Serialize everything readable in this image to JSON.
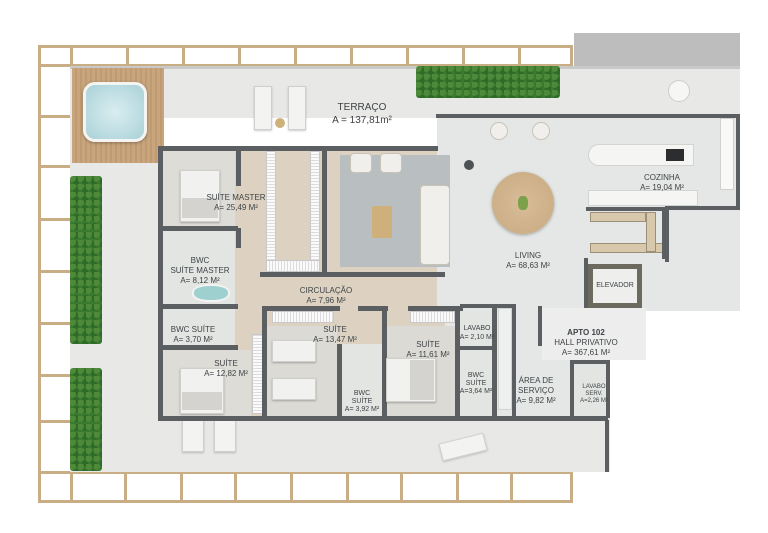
{
  "plan": {
    "unit": "APTO 102",
    "colors": {
      "wall": "#5b5f61",
      "pergola": "#c9ad84",
      "terrace": "#e8e8e6",
      "wood_floor": "#ddd2c2",
      "tile_floor": "#e4e7e5",
      "planter": "#3a7a30",
      "jacuzzi_water": "#b8dadf",
      "deck": "#c8a57d"
    },
    "rooms": [
      {
        "id": "terraco",
        "name": "TERRAÇO",
        "area": "A = 137,81m²"
      },
      {
        "id": "suite-master",
        "name": "SUÍTE MASTER",
        "area": "A= 25,49 M²"
      },
      {
        "id": "bwc-suite-master",
        "name_line1": "BWC",
        "name_line2": "SUÍTE MASTER",
        "area": "A= 8,12 M²"
      },
      {
        "id": "bwc-suite-1",
        "name": "BWC SUÍTE",
        "area": "A= 3,70 M²"
      },
      {
        "id": "suite-1",
        "name": "SUÍTE",
        "area": "A= 12,82 M²"
      },
      {
        "id": "circulacao",
        "name": "CIRCULAÇÃO",
        "area": "A= 7,96 M²"
      },
      {
        "id": "suite-2",
        "name": "SUÍTE",
        "area": "A= 13,47 M²"
      },
      {
        "id": "bwc-suite-2",
        "name_line1": "BWC",
        "name_line2": "SUÍTE",
        "area": "A= 3,92 M²"
      },
      {
        "id": "suite-3",
        "name": "SUÍTE",
        "area": "A= 11,61 M²"
      },
      {
        "id": "lavabo",
        "name": "LAVABO",
        "area": "A= 2,10 M²"
      },
      {
        "id": "bwc-suite-3",
        "name_line1": "BWC",
        "name_line2": "SUÍTE",
        "area": "A=3,64 M²"
      },
      {
        "id": "area-servico",
        "name_line1": "ÁREA DE",
        "name_line2": "SERVIÇO",
        "area": "A= 9,82 M²"
      },
      {
        "id": "lavabo-serv",
        "name_line1": "LAVABO",
        "name_line2": "SERV.",
        "area": "A=2,26 M²"
      },
      {
        "id": "living",
        "name": "LIVING",
        "area": "A= 68,63 M²"
      },
      {
        "id": "cozinha",
        "name": "COZINHA",
        "area": "A= 19,04 M²"
      },
      {
        "id": "elevador",
        "name": "ELEVADOR"
      },
      {
        "id": "hall",
        "title": "APTO 102",
        "name": "HALL PRIVATIVO",
        "area": "A= 367,61 M²"
      }
    ]
  }
}
